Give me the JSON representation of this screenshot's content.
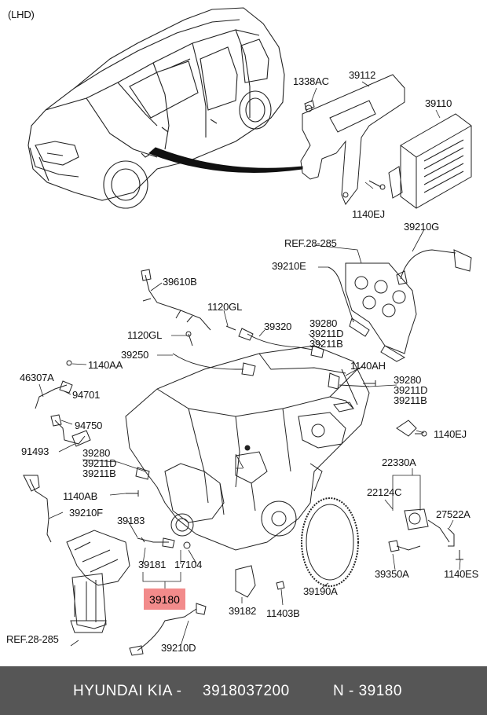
{
  "corner_label": "(LHD)",
  "part_labels": {
    "p1338AC": "1338AC",
    "p39112": "39112",
    "p39110": "39110",
    "p1140EJ_top": "1140EJ",
    "p39210G": "39210G",
    "ref_top": "REF.28-285",
    "p39210E": "39210E",
    "p39610B": "39610B",
    "p1120GL_a": "1120GL",
    "p1120GL_b": "1120GL",
    "p39320": "39320",
    "p39280_a": "39280",
    "p39211D_a": "39211D",
    "p39211B_a": "39211B",
    "p39250": "39250",
    "p1140AA": "1140AA",
    "p1140AH": "1140AH",
    "p46307A": "46307A",
    "p94701": "94701",
    "p39280_b": "39280",
    "p39211D_b": "39211D",
    "p39211B_b": "39211B",
    "p94750": "94750",
    "p91493": "91493",
    "p1140EJ_mid": "1140EJ",
    "p39280_c": "39280",
    "p39211D_c": "39211D",
    "p39211B_c": "39211B",
    "p22330A": "22330A",
    "p1140AB": "1140AB",
    "p22124C": "22124C",
    "p39210F": "39210F",
    "p27522A": "27522A",
    "p39183": "39183",
    "p39181": "39181",
    "p17104": "17104",
    "p39350A": "39350A",
    "p1140ES": "1140ES",
    "p39180": "39180",
    "p39182": "39182",
    "p11403B": "11403B",
    "p39190A": "39190A",
    "ref_bottom": "REF.28-285",
    "p39210D": "39210D"
  },
  "highlight_color": "#f28b8b",
  "footer": {
    "brand": "HYUNDAI  KIA -",
    "part_number": "3918037200",
    "code": "N - 39180"
  }
}
